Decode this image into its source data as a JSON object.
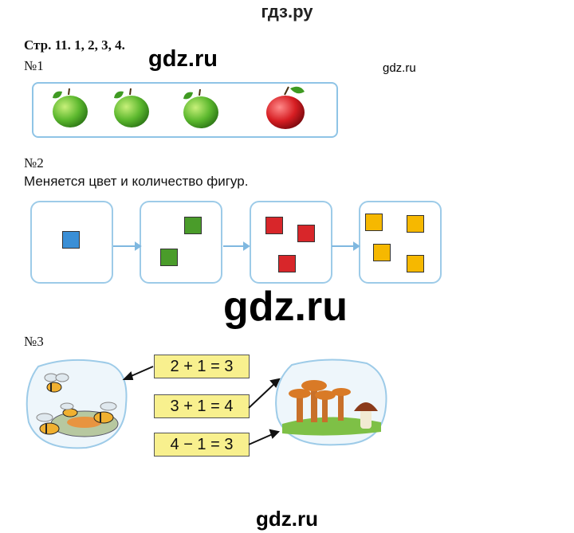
{
  "header": {
    "site": "гдз.ру",
    "page_ref": "Стр. 11. 1, 2, 3, 4."
  },
  "watermarks": {
    "big": "gdz.ru",
    "small": "gdz.ru",
    "center": "gdz.ru",
    "bottom": "gdz.ru"
  },
  "task1": {
    "label": "№1",
    "apples": [
      "green-apple",
      "green-apple",
      "green-apple",
      "red-apple"
    ]
  },
  "task2": {
    "label": "№2",
    "text": "Меняется цвет и количество фигур.",
    "colors": {
      "blue": "#3a8fd6",
      "green": "#4a9c2a",
      "red": "#d8262a",
      "yellow": "#f6b800"
    }
  },
  "task3": {
    "label": "№3",
    "equations": [
      "2 + 1 = 3",
      "3 + 1 = 4",
      "4 − 1 = 3"
    ]
  }
}
